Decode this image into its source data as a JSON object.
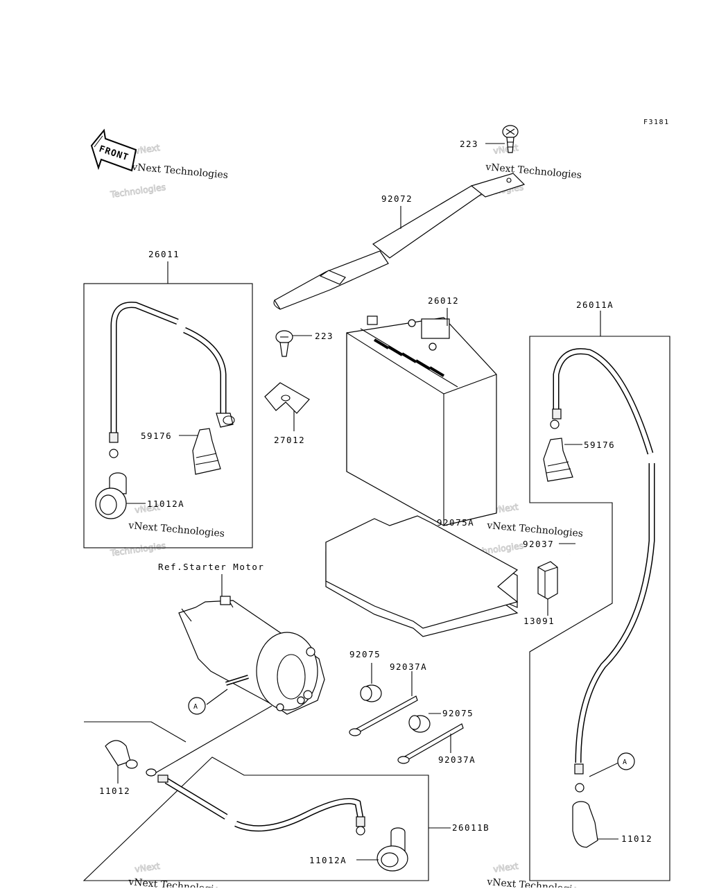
{
  "figure_id": "F3181",
  "front_label": "FRONT",
  "watermark": {
    "big": [
      "vNext",
      "Technologies"
    ],
    "small": "vNext Technologies"
  },
  "ref_label": "Ref.Starter Motor",
  "callout_marker": "A",
  "labels": {
    "screw_top": "223",
    "strap": "92072",
    "battery": "26012",
    "screw_mid": "223",
    "bracket": "27012",
    "cable_neg": "26011",
    "boot_left": "59176",
    "cap_left": "11012A",
    "cable_pos": "26011A",
    "boot_right": "59176",
    "pad": "92075A",
    "clamp": "92037",
    "grommet": "13091",
    "damper1": "92075",
    "pin1": "92037A",
    "damper2": "92075",
    "pin2": "92037A",
    "cap_bottom": "11012",
    "cable_starter": "26011B",
    "cap_bottom_a": "11012A",
    "cap_right": "11012"
  }
}
